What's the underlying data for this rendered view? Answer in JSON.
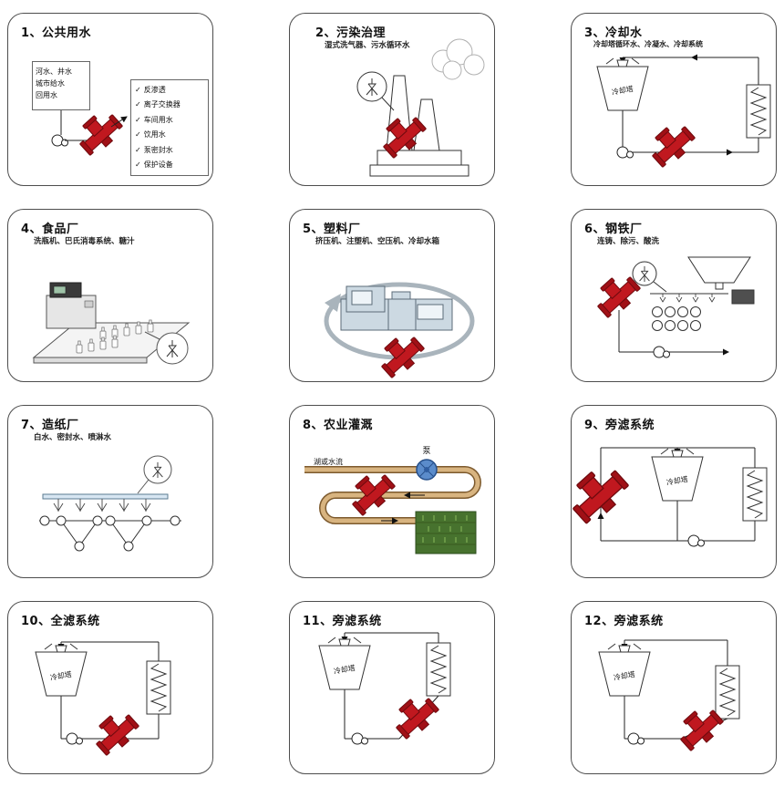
{
  "glyphs": {
    "check": "✓"
  },
  "colors": {
    "filter_red": "#c0181f",
    "filter_dark_red": "#6f0a0e",
    "pump_blue": "#5b8ccb",
    "pipe_tan": "#d8b480",
    "machine_blue": "#ccd9e2",
    "field_green": "#47722e",
    "panel_border": "#4d4d4d"
  },
  "panels": [
    {
      "title": "1、公共用水",
      "source_box": {
        "lines": [
          "河水、井水",
          "城市给水",
          "回用水"
        ]
      },
      "checklist": [
        "反渗透",
        "离子交换器",
        "车间用水",
        "饮用水",
        "泵密封水",
        "保护设备"
      ]
    },
    {
      "title": "2、污染治理",
      "subtitle": "湿式洗气器、污水循环水"
    },
    {
      "title": "3、冷却水",
      "subtitle": "冷却塔循环水、冷凝水、冷却系统",
      "tower_label": "冷却塔"
    },
    {
      "title": "4、食品厂",
      "subtitle": "洗瓶机、巴氏消毒系统、糖汁"
    },
    {
      "title": "5、塑料厂",
      "subtitle": "挤压机、注塑机、空压机、冷却水箱"
    },
    {
      "title": "6、钢铁厂",
      "subtitle": "连铸、除污、酸洗"
    },
    {
      "title": "7、造纸厂",
      "subtitle": "白水、密封水、喷淋水"
    },
    {
      "title": "8、农业灌溉",
      "labels": {
        "source": "湖或水流",
        "pump": "泵"
      }
    },
    {
      "title": "9、旁滤系统",
      "tower_label": "冷却塔"
    },
    {
      "title": "10、全滤系统",
      "tower_label": "冷却塔"
    },
    {
      "title": "11、旁滤系统",
      "tower_label": "冷却塔"
    },
    {
      "title": "12、旁滤系统",
      "tower_label": "冷却塔"
    }
  ]
}
